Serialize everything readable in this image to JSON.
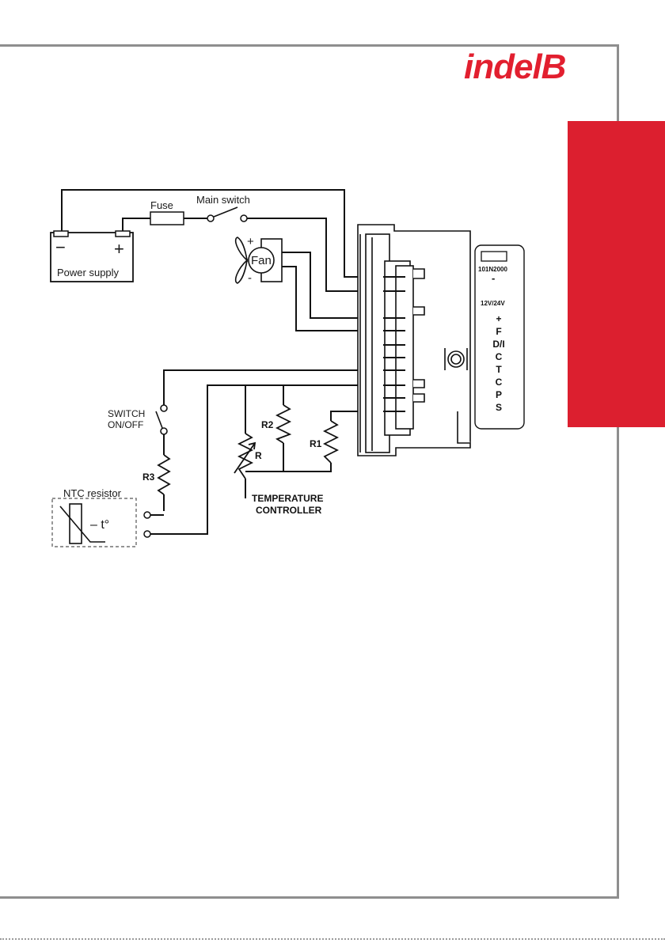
{
  "logo": {
    "text": "indelB",
    "color": "#e21f2f"
  },
  "accent_tab_color": "#dc1f2f",
  "diagram": {
    "fuse_label": "Fuse",
    "main_switch_label": "Main switch",
    "battery": {
      "minus": "−",
      "plus": "+",
      "label": "Power supply"
    },
    "fan": {
      "label": "Fan",
      "plus": "+",
      "minus": "-"
    },
    "switch_label_line1": "SWITCH",
    "switch_label_line2": "ON/OFF",
    "r3_label": "R3",
    "ntc": {
      "label": "NTC resistor",
      "symbol": "– t°"
    },
    "r2_label": "R2",
    "r_label": "R",
    "r1_label": "R1",
    "temp_controller_line1": "TEMPERATURE",
    "temp_controller_line2": "CONTROLLER",
    "module": {
      "model": "101N2000",
      "minus": "-",
      "plus_top": "+",
      "voltage": "12V/24V",
      "terminals": [
        "+",
        "F",
        "D/I",
        "C",
        "T",
        "C",
        "P",
        "S"
      ]
    }
  }
}
